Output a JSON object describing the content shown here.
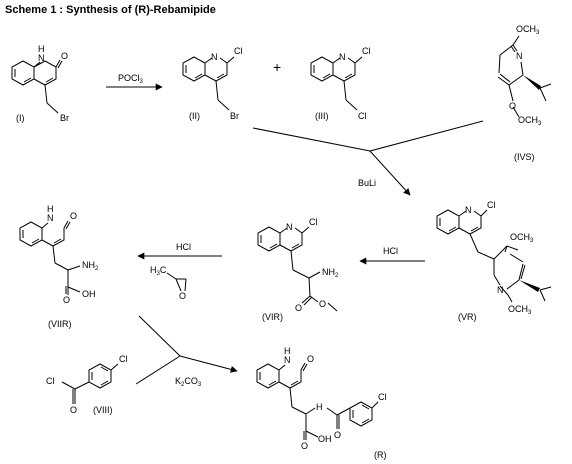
{
  "title": "Scheme 1 :  Synthesis of (R)-Rebamipide",
  "compounds": {
    "c1": "(I)",
    "c2": "(II)",
    "c3": "(III)",
    "c4": "(IVS)",
    "c5": "(VR)",
    "c6": "(VIR)",
    "c7": "(VIIR)",
    "c8": "(VIII)",
    "c9": "(R)"
  },
  "reagents": {
    "pocl3": "POCl",
    "pocl3_sub": "3",
    "buli": "BuLi",
    "hcl_1": "HCl",
    "hcl_2": "HCl",
    "k2co3": "K",
    "k2co3_sub_a": "2",
    "k2co3_mid": "CO",
    "k2co3_sub_b": "3",
    "plus": "+"
  },
  "atoms": {
    "nh": "H",
    "n": "N",
    "o": "O",
    "cl": "Cl",
    "br": "Br",
    "nh2": "NH",
    "nh2_sub": "2",
    "oh": "OH",
    "och3": "OCH",
    "och3_sub": "3",
    "h3c": "H",
    "h3c_sub": "3",
    "h3c_c": "C"
  }
}
